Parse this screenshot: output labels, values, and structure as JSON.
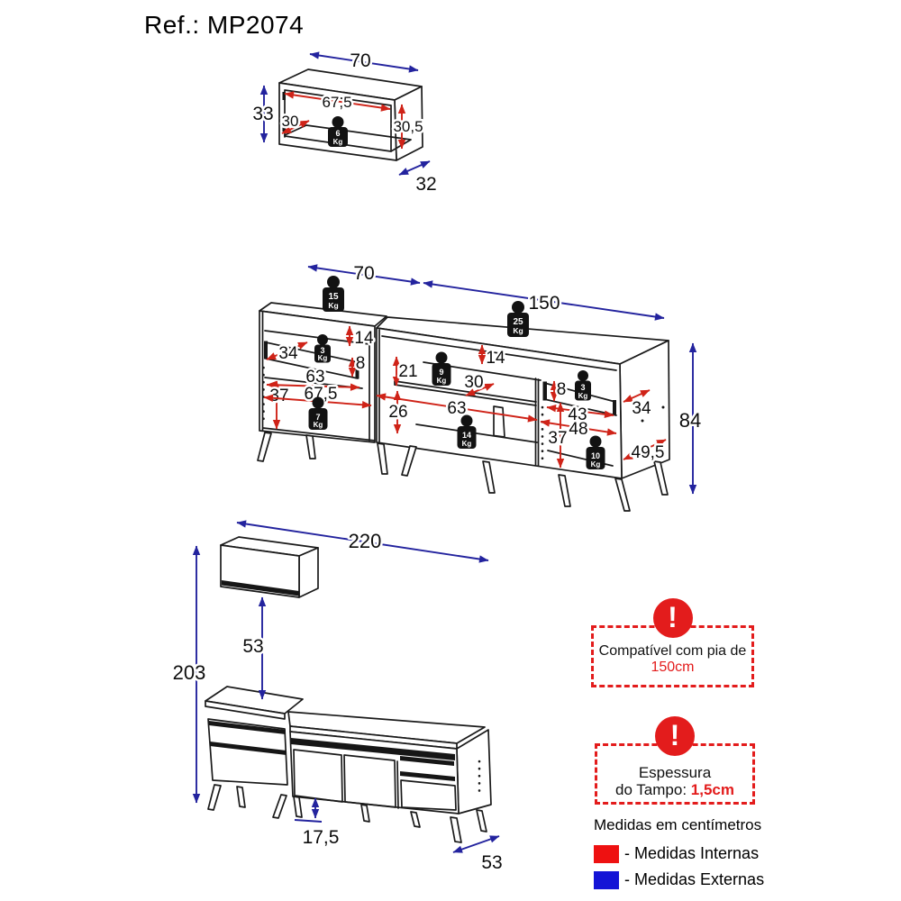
{
  "header": {
    "ref_label": "Ref.: MP2074"
  },
  "colors": {
    "drawing_line": "#1a1a1a",
    "internal_dimension_red": "#cf2318",
    "external_dimension_blue": "#23239e",
    "notice_red": "#e31c1c",
    "legend_internal_red": "#ee1111",
    "legend_external_blue": "#1414d6"
  },
  "weight_unit": "Kg",
  "wall_cabinet": {
    "ext": {
      "width": "70",
      "height": "33",
      "depth": "32"
    },
    "int": {
      "width": "67,5",
      "depth": "30",
      "height": "30,5"
    },
    "weight": "6"
  },
  "counter": {
    "ext": {
      "left_width": "70",
      "total_width": "150",
      "height": "84"
    },
    "int": {
      "left_top_gap": "14",
      "left_drawer_depth": "34",
      "left_drawer_height": "8",
      "left_shelf_width": "63",
      "left_lower_height": "37",
      "left_inner_width": "67,5",
      "mid_upper_height": "21",
      "mid_top_gap": "14",
      "mid_shelf_depth": "30",
      "mid_lower_height": "26",
      "mid_inner_width": "63",
      "right_drawer_height": "8",
      "right_drawer_width": "43",
      "right_inner_width": "48",
      "right_lower_height": "37",
      "right_drawer_depth": "34",
      "right_inner_depth": "49,5"
    },
    "weights": {
      "left_top": "15",
      "left_drawer": "3",
      "left_bottom": "7",
      "mid_top": "25",
      "mid_shelf": "9",
      "mid_bottom": "14",
      "right_drawer": "3",
      "right_bottom": "10"
    }
  },
  "assembled_set": {
    "ext": {
      "total_width": "220",
      "total_height": "203",
      "wall_cabinet_gap": "53",
      "leg_height": "17,5",
      "depth": "53"
    }
  },
  "notices": {
    "sink_compat": {
      "text": "Compatível com pia de",
      "value": "150cm"
    },
    "countertop": {
      "line1": "Espessura",
      "line2_label": "do Tampo:",
      "line2_value": "1,5cm"
    }
  },
  "legend": {
    "title": "Medidas em centímetros",
    "internal": {
      "label": "- Medidas Internas",
      "color": "#ee1111"
    },
    "external": {
      "label": "- Medidas Externas",
      "color": "#1414d6"
    }
  }
}
